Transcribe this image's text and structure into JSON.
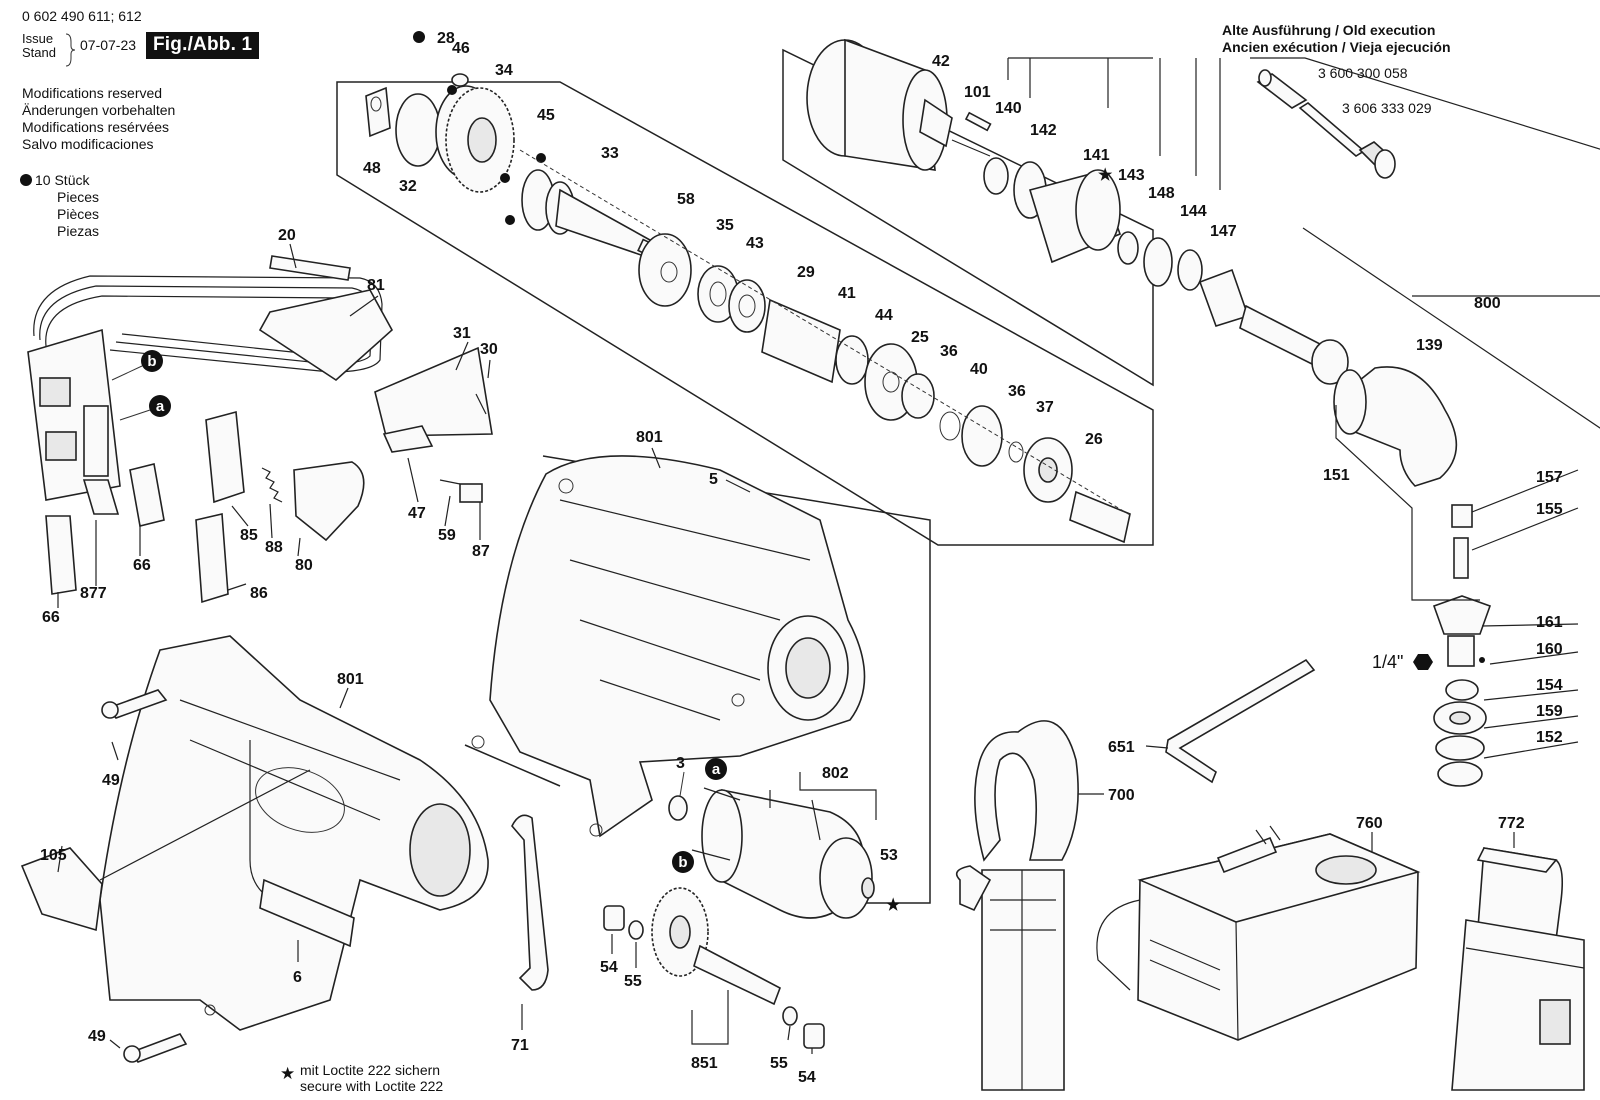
{
  "header": {
    "doc_number": "0 602 490 611; 612",
    "issue_label": "Issue",
    "stand_label": "Stand",
    "date": "07-07-23",
    "figure_badge": "Fig./Abb. 1",
    "modifications": [
      "Modifications reserved",
      "Änderungen vorbehalten",
      "Modifications resérvées",
      "Salvo modificaciones"
    ],
    "pieces_count": "10 Stück",
    "pieces_words": [
      "Pieces",
      "Pièces",
      "Piezas"
    ]
  },
  "old_execution": {
    "title_1": "Alte Ausführung / Old execution",
    "title_2": "Ancien exécution / Vieja ejecución",
    "parts": [
      "3 600 300 058",
      "3 606 333 029"
    ]
  },
  "footnote": {
    "line_1": "mit Loctite 222 sichern",
    "line_2": "secure with Loctite 222"
  },
  "part_labels": {
    "p28": "28",
    "p46": "46",
    "p34": "34",
    "p48": "48",
    "p32": "32",
    "p45": "45",
    "p33": "33",
    "p58": "58",
    "p35": "35",
    "p43": "43",
    "p29": "29",
    "p41": "41",
    "p44": "44",
    "p25": "25",
    "p36a": "36",
    "p40": "40",
    "p36b": "36",
    "p37": "37",
    "p26": "26",
    "p42": "42",
    "p101": "101",
    "p140": "140",
    "p142": "142",
    "p141": "141",
    "p143": "143",
    "p148": "148",
    "p144": "144",
    "p147": "147",
    "p800": "800",
    "p139": "139",
    "p151": "151",
    "p157": "157",
    "p155": "155",
    "p161": "161",
    "p160": "160",
    "p154": "154",
    "p159": "159",
    "p152": "152",
    "p20": "20",
    "p81": "81",
    "p31": "31",
    "p30": "30",
    "p47": "47",
    "p59": "59",
    "p87": "87",
    "p85": "85",
    "p88": "88",
    "p80": "80",
    "p86": "86",
    "p66a": "66",
    "p66b": "66",
    "p877": "877",
    "p801a": "801",
    "p5": "5",
    "p801b": "801",
    "p49a": "49",
    "p105": "105",
    "p6": "6",
    "p49b": "49",
    "p71": "71",
    "p3": "3",
    "p802": "802",
    "p53": "53",
    "p54a": "54",
    "p55a": "55",
    "p851": "851",
    "p55b": "55",
    "p54b": "54",
    "p651": "651",
    "p700": "700",
    "p760": "760",
    "p772": "772",
    "hex_size": "1/4\""
  },
  "callouts": {
    "a": "a",
    "b": "b"
  }
}
